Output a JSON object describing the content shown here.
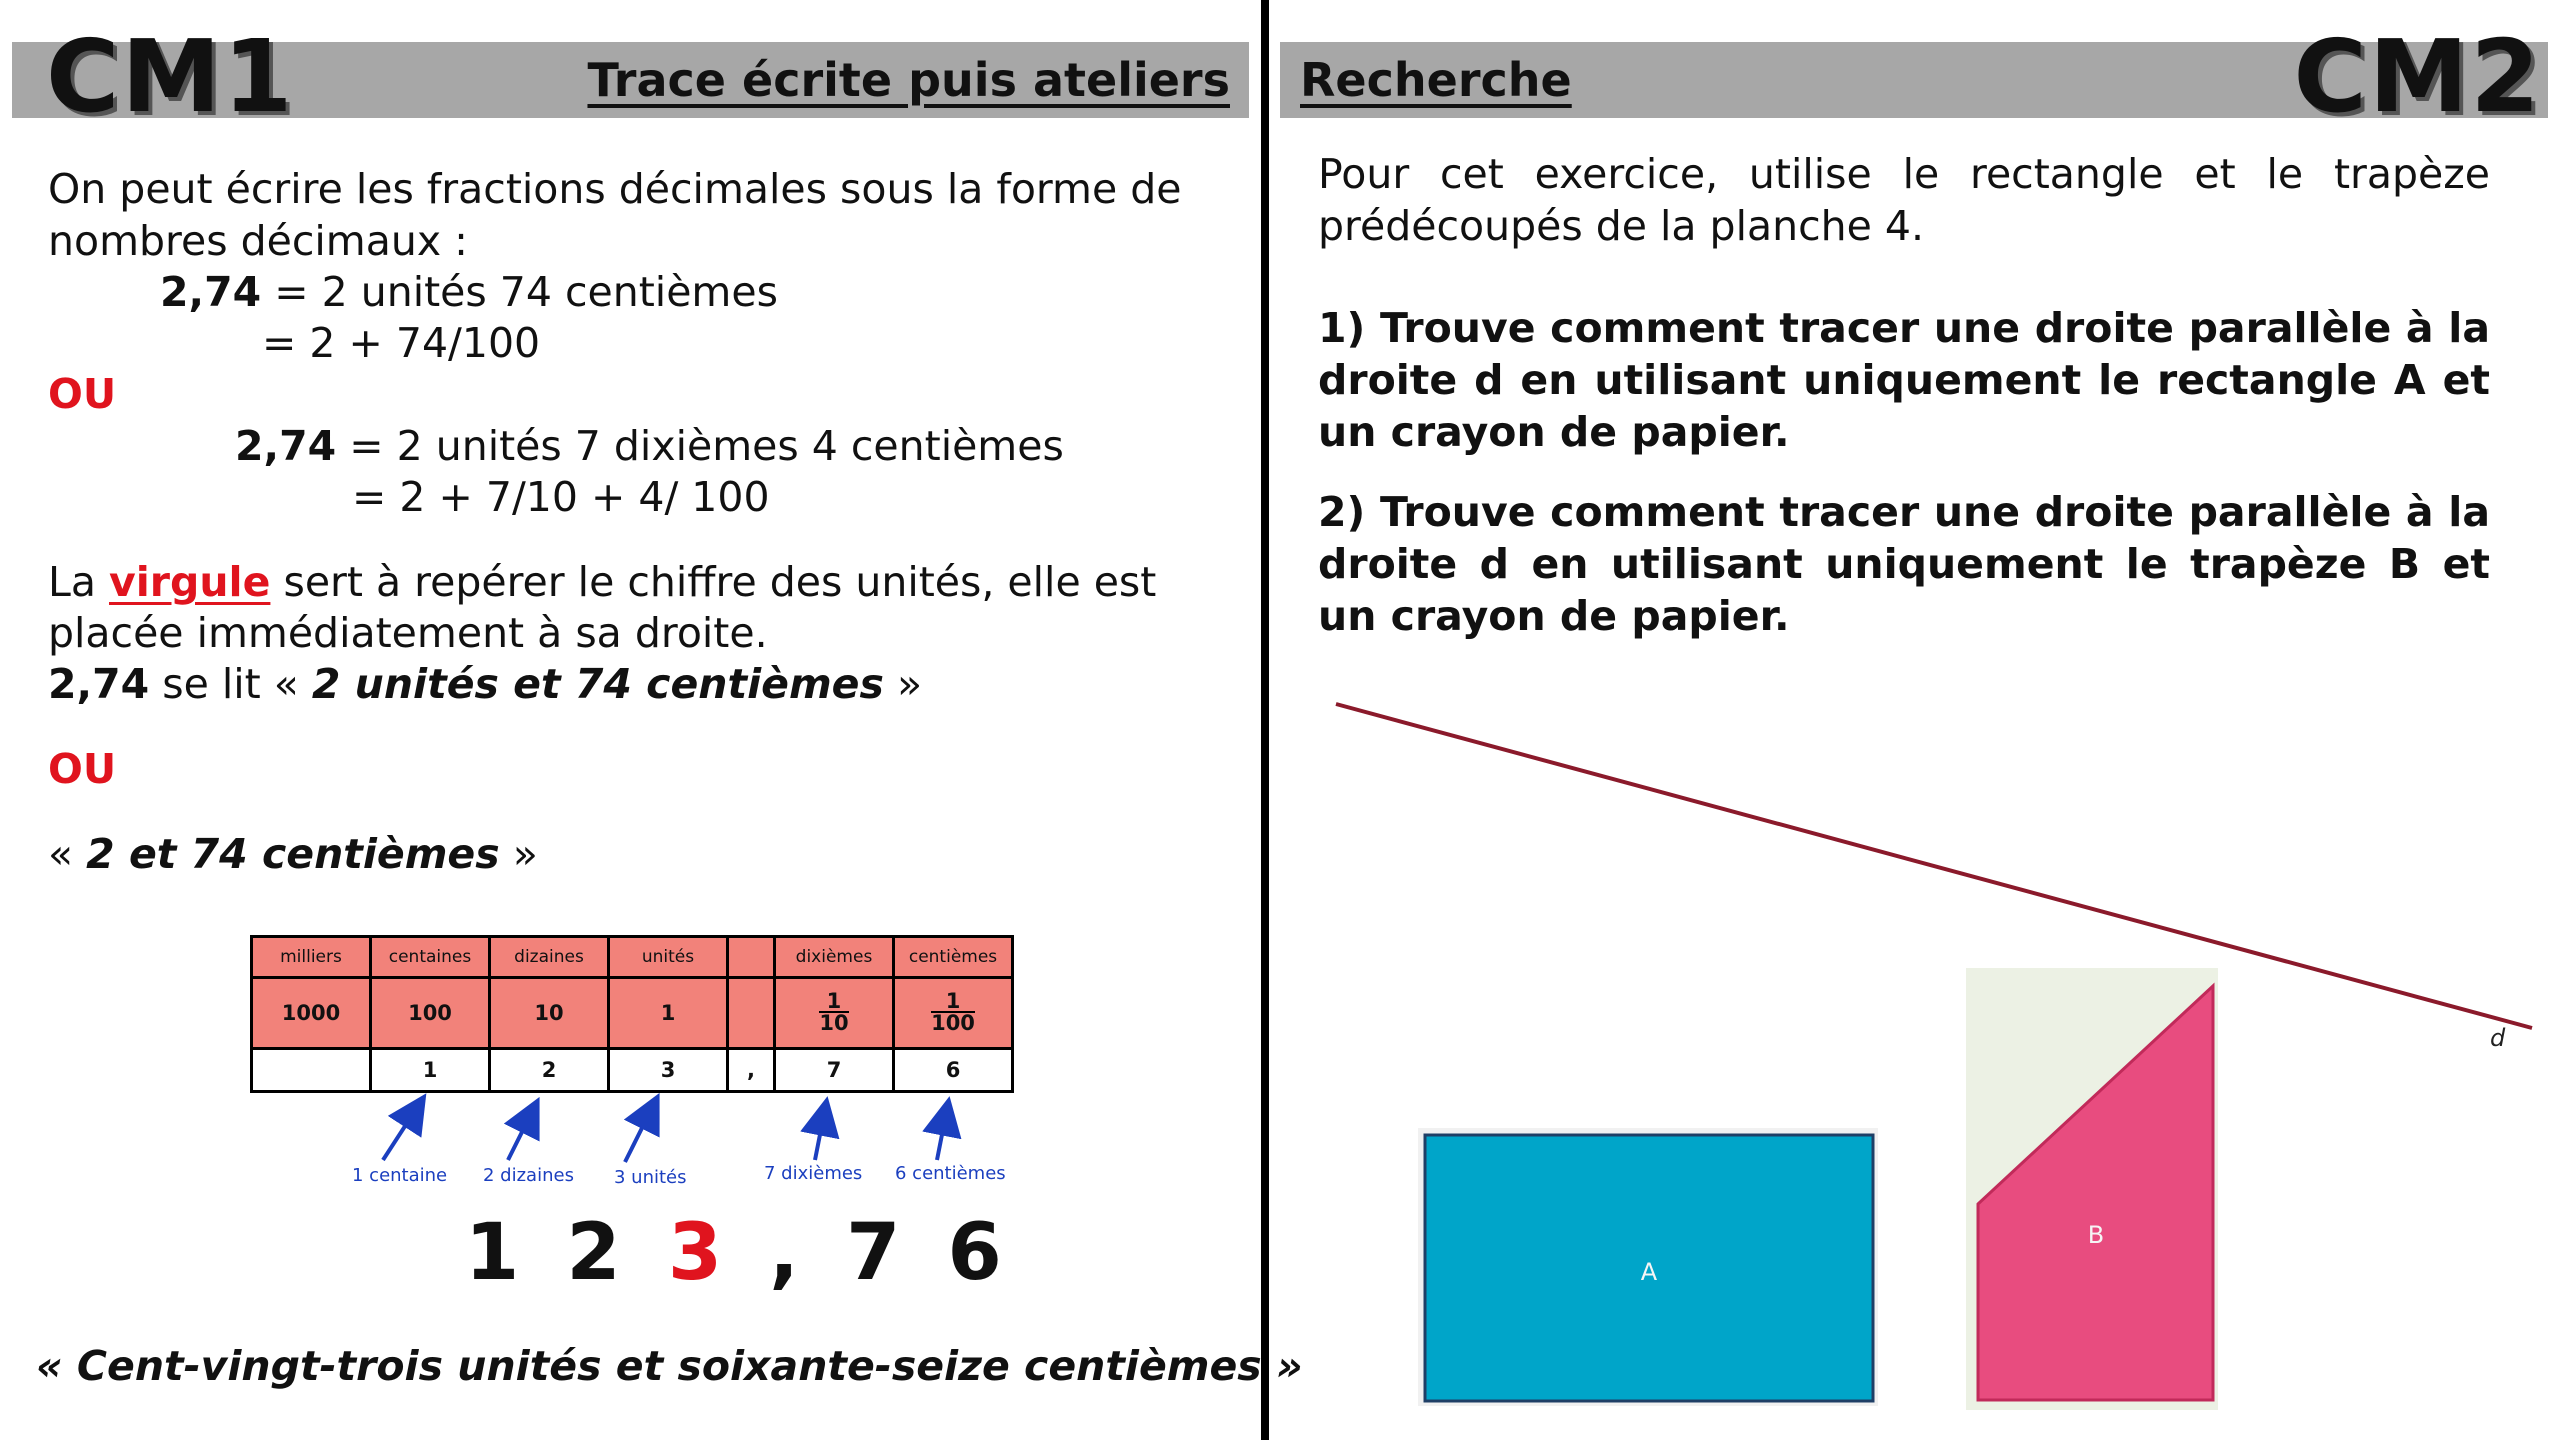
{
  "left": {
    "level": "CM1",
    "header_title": "Trace écrite puis ateliers",
    "intro_line1": "On peut écrire les fractions décimales sous la forme de",
    "intro_line2": "nombres décimaux :",
    "ex1_number": "2,74",
    "ex1_rest": "= 2 unités 74 centièmes",
    "ex1_line2": "= 2 + 74/100",
    "ou": "OU",
    "ex2_number": "2,74",
    "ex2_rest": "= 2 unités 7 dixièmes 4 centièmes",
    "ex2_line2": "= 2 + 7/10 + 4/ 100",
    "comma_part1": "La",
    "comma_word": "virgule",
    "comma_part2": "sert à repérer le chiffre des unités, elle est",
    "comma_line2": "placée immédiatement à sa droite.",
    "read_number": "2,74",
    "read_mid": "se lit «",
    "read_words": "2 unités et 74 centièmes",
    "read_end": "»",
    "ou2": "OU",
    "alt_open": "«",
    "alt_words": "2 et 74 centièmes",
    "alt_close": "»",
    "table": {
      "headers": [
        "milliers",
        "centaines",
        "dizaines",
        "unités",
        "",
        "dixièmes",
        "centièmes"
      ],
      "values": [
        "1000",
        "100",
        "10",
        "1",
        ""
      ],
      "fractions": [
        {
          "num": "1",
          "den": "10"
        },
        {
          "num": "1",
          "den": "100"
        }
      ],
      "digits": [
        "",
        "1",
        "2",
        "3",
        ",",
        "7",
        "6"
      ]
    },
    "arrow_labels": [
      "1 centaine",
      "2 dizaines",
      "3 unités",
      "7 dixièmes",
      "6 centièmes"
    ],
    "big_number": {
      "before": "1 2 ",
      "highlight": "3",
      "after": " , 7 6"
    },
    "reading": "« Cent-vingt-trois unités et soixante-seize centièmes »"
  },
  "right": {
    "level": "CM2",
    "header_title": "Recherche",
    "intro": "Pour cet exercice, utilise le rectangle et le trapèze prédécoupés de la planche 4.",
    "q1": "1) Trouve comment tracer une droite parallèle à la droite d en utilisant uniquement le rectangle A et un crayon de papier.",
    "q2": "2) Trouve comment tracer une droite parallèle à la droite d en utilisant uniquement le trapèze B et un crayon de papier.",
    "line_label": "d",
    "rect_label": "A",
    "trap_label": "B"
  },
  "colors": {
    "header_bar": "#a7a7a7",
    "accent_red": "#e0141e",
    "table_fill": "#f2827a",
    "arrow_blue": "#1b3fbf",
    "line_d": "#8b1a2b",
    "rect_fill": "#00a5c9",
    "trap_fill": "#e84c7f",
    "trap_bg": "#ecf1e4"
  }
}
